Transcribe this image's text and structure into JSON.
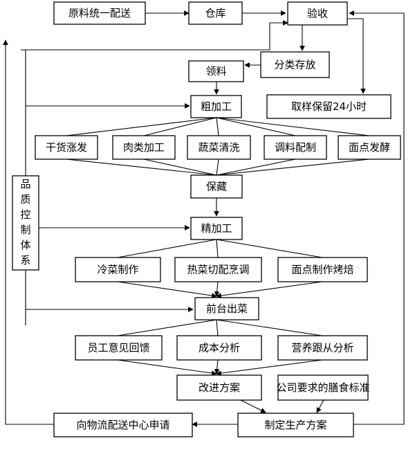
{
  "nodes": [
    {
      "id": "raw",
      "label": "原料统一配送"
    },
    {
      "id": "warehouse",
      "label": "仓库"
    },
    {
      "id": "inspect",
      "label": "验收"
    },
    {
      "id": "classify",
      "label": "分类存放"
    },
    {
      "id": "requisition",
      "label": "领料"
    },
    {
      "id": "sample",
      "label": "取样保留24小时"
    },
    {
      "id": "rough",
      "label": "粗加工"
    },
    {
      "id": "dry",
      "label": "干货涨发"
    },
    {
      "id": "meat",
      "label": "肉类加工"
    },
    {
      "id": "veg",
      "label": "蔬菜清洗"
    },
    {
      "id": "seasoning",
      "label": "调料配制"
    },
    {
      "id": "pastry",
      "label": "面点发酵"
    },
    {
      "id": "storage",
      "label": "保藏"
    },
    {
      "id": "fine",
      "label": "精加工"
    },
    {
      "id": "cold",
      "label": "冷菜制作"
    },
    {
      "id": "hot",
      "label": "热菜切配烹调"
    },
    {
      "id": "bake",
      "label": "面点制作烤焙"
    },
    {
      "id": "serve",
      "label": "前台出菜"
    },
    {
      "id": "feedback",
      "label": "员工意见回馈"
    },
    {
      "id": "cost",
      "label": "成本分析"
    },
    {
      "id": "nutrition",
      "label": "营养跟从分析"
    },
    {
      "id": "improve",
      "label": "改进方案"
    },
    {
      "id": "standard",
      "label": "公司要求的膳食标准"
    },
    {
      "id": "plan",
      "label": "制定生产方案"
    },
    {
      "id": "logistics",
      "label": "向物流配送中心申请"
    }
  ],
  "quality": {
    "label": "品质控制体系",
    "chars": [
      "品",
      "质",
      "控",
      "制",
      "体",
      "系"
    ]
  },
  "edges": [
    [
      "raw",
      "warehouse"
    ],
    [
      "warehouse",
      "inspect"
    ],
    [
      "inspect",
      "classify"
    ],
    [
      "inspect",
      "sample"
    ],
    [
      "classify",
      "requisition"
    ],
    [
      "requisition",
      "rough"
    ],
    [
      "rough",
      "dry"
    ],
    [
      "rough",
      "meat"
    ],
    [
      "rough",
      "veg"
    ],
    [
      "rough",
      "seasoning"
    ],
    [
      "rough",
      "pastry"
    ],
    [
      "dry",
      "storage"
    ],
    [
      "meat",
      "storage"
    ],
    [
      "veg",
      "storage"
    ],
    [
      "seasoning",
      "storage"
    ],
    [
      "pastry",
      "storage"
    ],
    [
      "storage",
      "fine"
    ],
    [
      "fine",
      "cold"
    ],
    [
      "fine",
      "hot"
    ],
    [
      "fine",
      "bake"
    ],
    [
      "cold",
      "serve"
    ],
    [
      "hot",
      "serve"
    ],
    [
      "bake",
      "serve"
    ],
    [
      "serve",
      "feedback"
    ],
    [
      "serve",
      "cost"
    ],
    [
      "serve",
      "nutrition"
    ],
    [
      "feedback",
      "improve"
    ],
    [
      "cost",
      "improve"
    ],
    [
      "nutrition",
      "improve"
    ],
    [
      "improve",
      "plan"
    ],
    [
      "standard",
      "plan"
    ],
    [
      "plan",
      "logistics"
    ],
    [
      "logistics",
      "raw"
    ],
    [
      "plan",
      "inspect"
    ],
    [
      "quality",
      "inspect"
    ],
    [
      "quality",
      "rough"
    ],
    [
      "quality",
      "fine"
    ],
    [
      "quality",
      "serve"
    ]
  ]
}
